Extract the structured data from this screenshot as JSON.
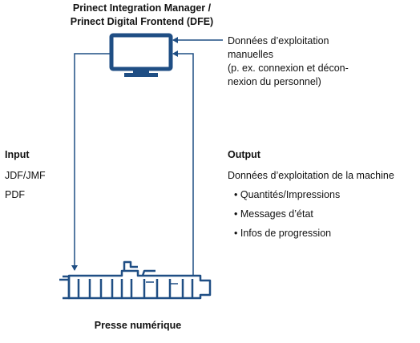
{
  "top_title": {
    "line1": "Prinect Integration Manager /",
    "line2": "Prinect Digital Frontend (DFE)"
  },
  "manual_data": {
    "line1": "Données d’exploitation",
    "line2": "manuelles",
    "line3": "(p. ex. connexion et décon-",
    "line4": "nexion du personnel)"
  },
  "input": {
    "title": "Input",
    "items": [
      "JDF/JMF",
      "PDF"
    ]
  },
  "output": {
    "title": "Output",
    "subtitle": "Données d’exploitation de la machine",
    "bullets": [
      "• Quantités/Impressions",
      "• Messages d’état",
      "• Infos de progression"
    ]
  },
  "bottom_label": "Presse numérique",
  "colors": {
    "diagram_blue": "#1f4e84",
    "text": "#111111"
  },
  "icons": {
    "monitor": "monitor-icon",
    "press": "digital-press-icon"
  }
}
